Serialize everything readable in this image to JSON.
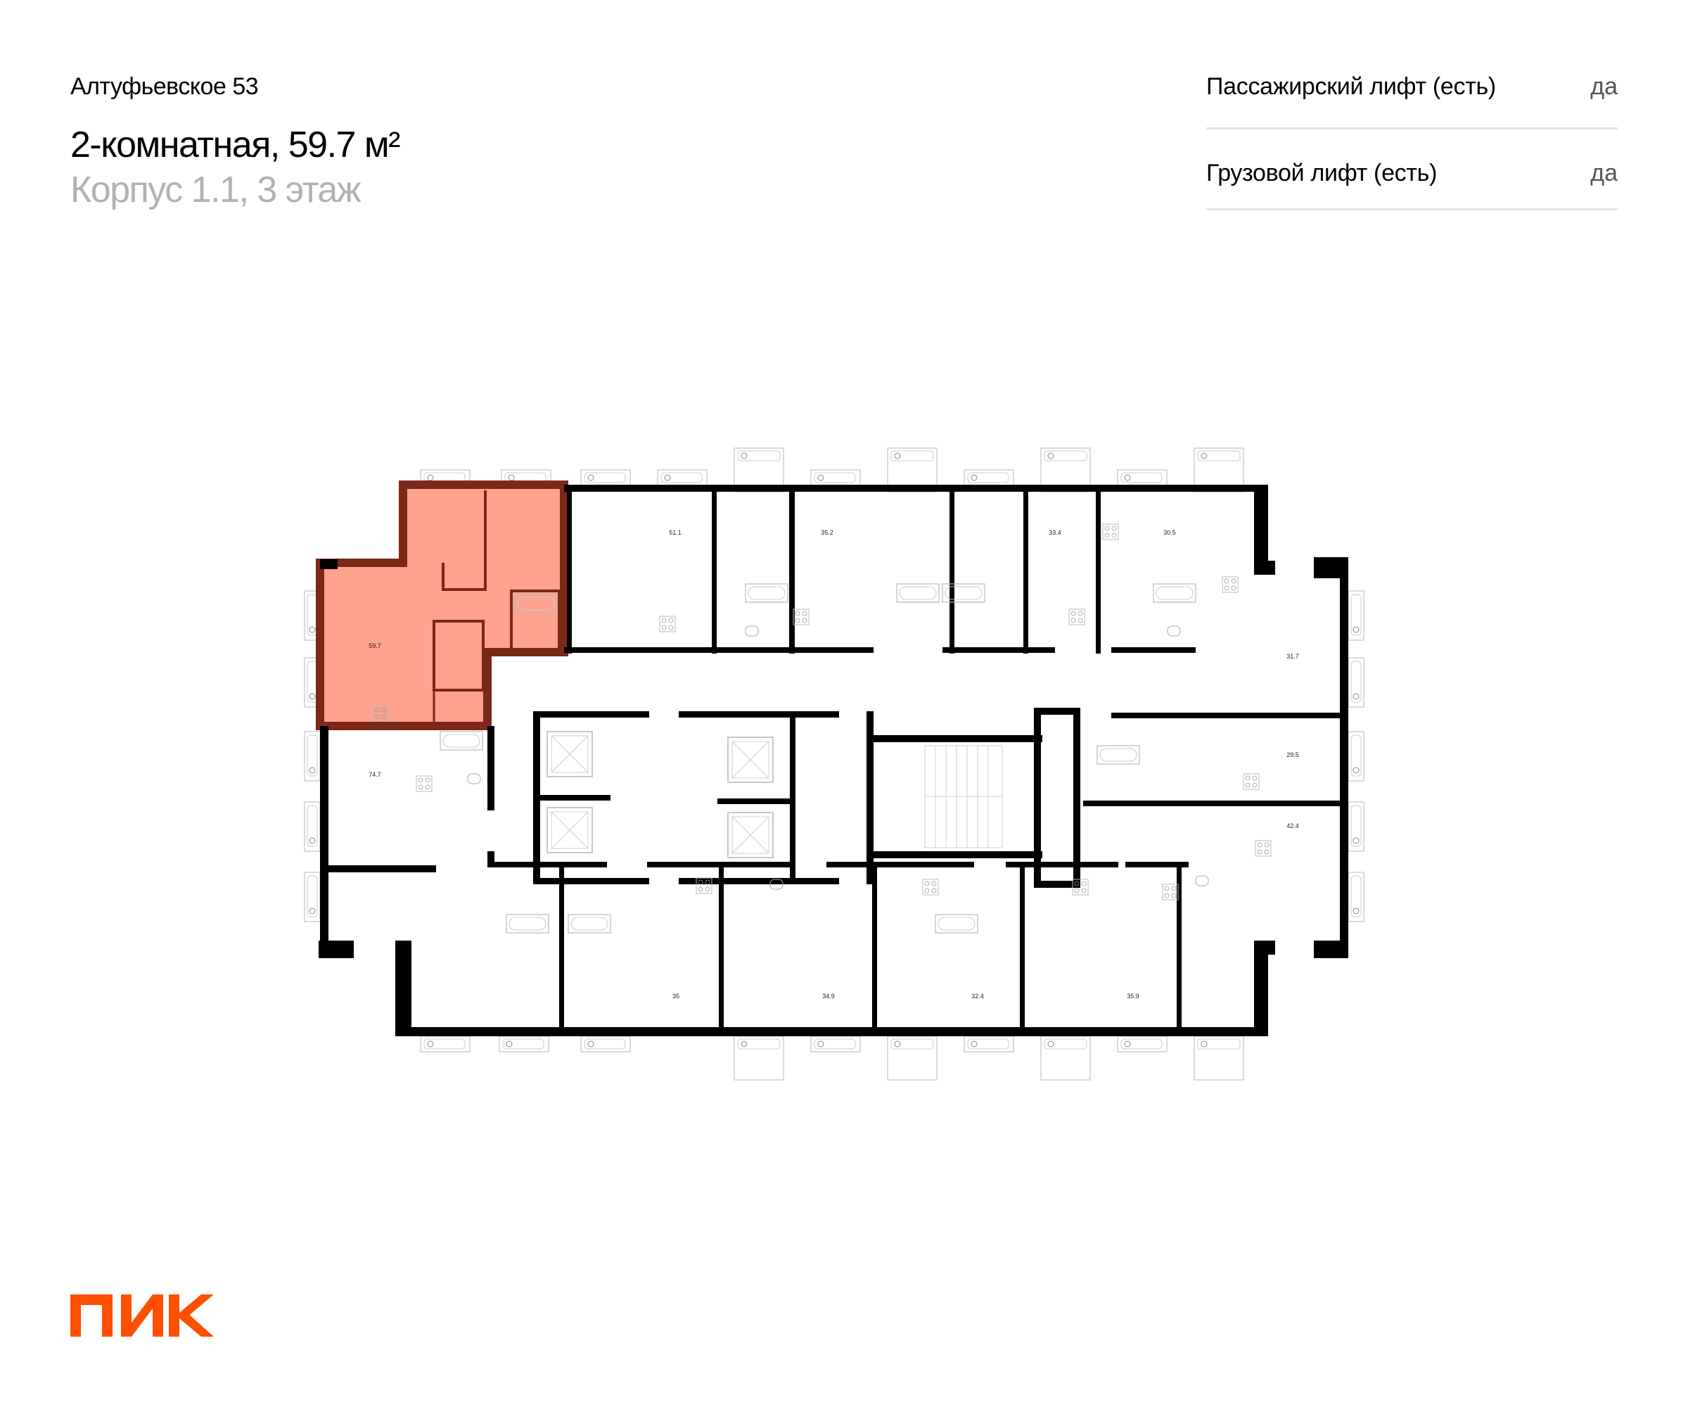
{
  "header": {
    "project_name": "Алтуфьевское 53",
    "apartment_title": "2-комнатная, 59.7 м²",
    "building_floor": "Корпус 1.1, 3 этаж"
  },
  "features": [
    {
      "label": "Пассажирский лифт (есть)",
      "value": "да"
    },
    {
      "label": "Грузовой лифт (есть)",
      "value": "да"
    }
  ],
  "floor_plan": {
    "highlighted_unit": {
      "area": "59.7",
      "rooms": 2
    },
    "highlight_fill": "#FFA28F",
    "highlight_wall": "#7B2818",
    "units": [
      {
        "id": "u59_7",
        "area": "59.7"
      },
      {
        "id": "u74_7",
        "area": "74.7"
      },
      {
        "id": "u51_1",
        "area": "51.1"
      },
      {
        "id": "u35_2",
        "area": "35.2"
      },
      {
        "id": "u33_4",
        "area": "33.4"
      },
      {
        "id": "u30_5",
        "area": "30.5"
      },
      {
        "id": "u31_7",
        "area": "31.7"
      },
      {
        "id": "u29_5",
        "area": "29.5"
      },
      {
        "id": "u42_4",
        "area": "42.4"
      },
      {
        "id": "u35",
        "area": "35"
      },
      {
        "id": "u34_9",
        "area": "34.9"
      },
      {
        "id": "u32_4",
        "area": "32.4"
      },
      {
        "id": "u35_9",
        "area": "35.9"
      }
    ]
  },
  "brand": {
    "logo_text": "ПИК",
    "color": "#FF4F00"
  }
}
